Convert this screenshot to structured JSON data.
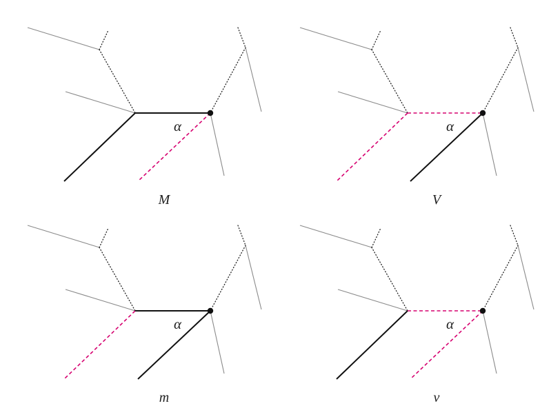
{
  "colors": {
    "thin_line": "#8a8a8a",
    "thick_line": "#111111",
    "dotted_line": "#222222",
    "dashed_line": "#d6006f",
    "vertex": "#111111",
    "text": "#222222"
  },
  "angle_symbol": "α",
  "panels": [
    {
      "label": "M",
      "diagonal_left": "solid",
      "horizontal": "solid",
      "diagonal_right": "dashed"
    },
    {
      "label": "V",
      "diagonal_left": "dashed",
      "horizontal": "dashed",
      "diagonal_right": "solid"
    },
    {
      "label": "m",
      "diagonal_left": "dashed",
      "horizontal": "solid",
      "diagonal_right": "solid"
    },
    {
      "label": "v",
      "diagonal_left": "solid",
      "horizontal": "dashed",
      "diagonal_right": "dashed"
    }
  ]
}
